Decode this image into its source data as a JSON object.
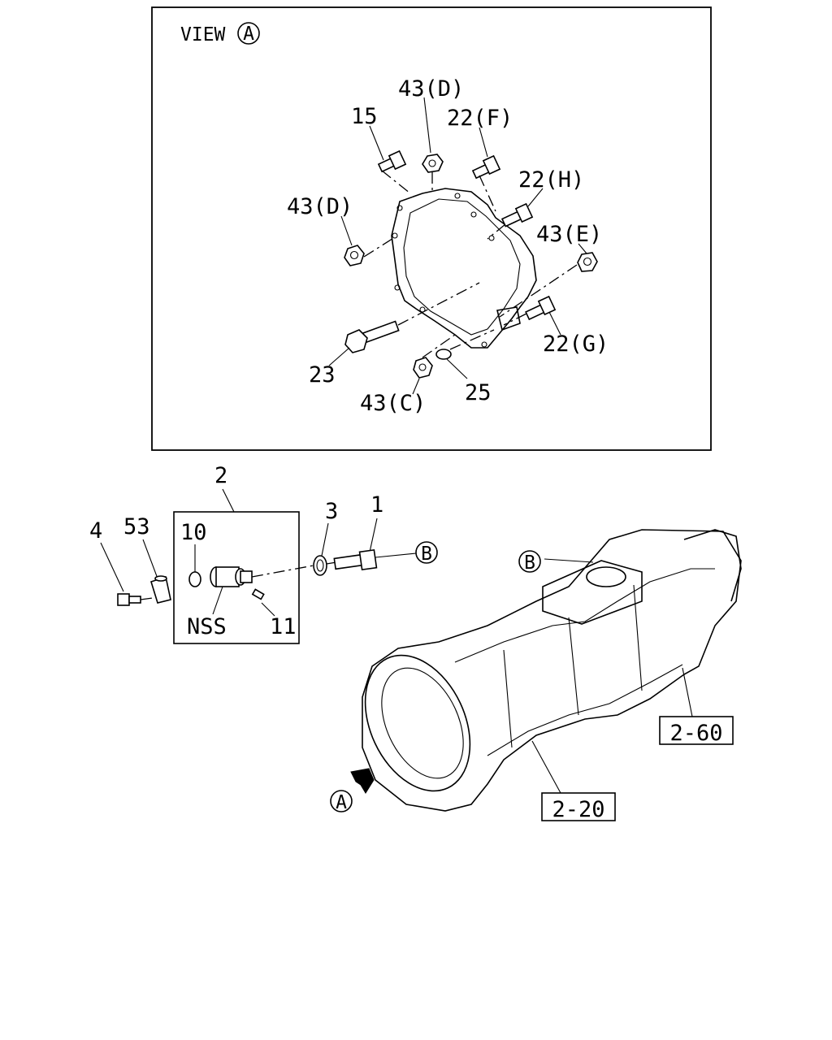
{
  "view_box": {
    "title": "VIEW",
    "marker": "A",
    "callouts": {
      "p43_top": "43(D)",
      "p15": "15",
      "p22f": "22(F)",
      "p22h": "22(H)",
      "p43_left": "43(D)",
      "p43e": "43(E)",
      "p22g": "22(G)",
      "p23": "23",
      "p43c": "43(C)",
      "p25": "25"
    }
  },
  "assembly": {
    "callouts": {
      "p2": "2",
      "p4": "4",
      "p53": "53",
      "p10": "10",
      "p3": "3",
      "p1": "1",
      "nss": "NSS",
      "p11": "11"
    },
    "connector_b": "B",
    "view_arrow_marker": "A",
    "ref_boxes": [
      "2-60",
      "2-20"
    ]
  }
}
